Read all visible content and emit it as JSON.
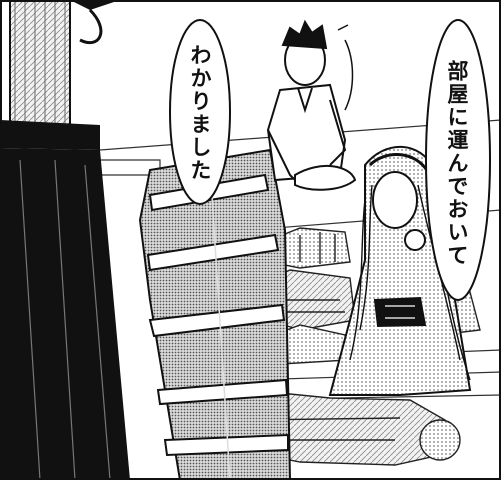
{
  "speech": {
    "right_bubble": "部屋に運んでおいて",
    "left_bubble": "わかりました"
  },
  "colors": {
    "ink": "#111111",
    "paper": "#ffffff",
    "screentone": "#b8b8b8"
  },
  "icons": [
    "man-figure",
    "maid-figure",
    "armored-knight-leg",
    "armor-pile"
  ]
}
